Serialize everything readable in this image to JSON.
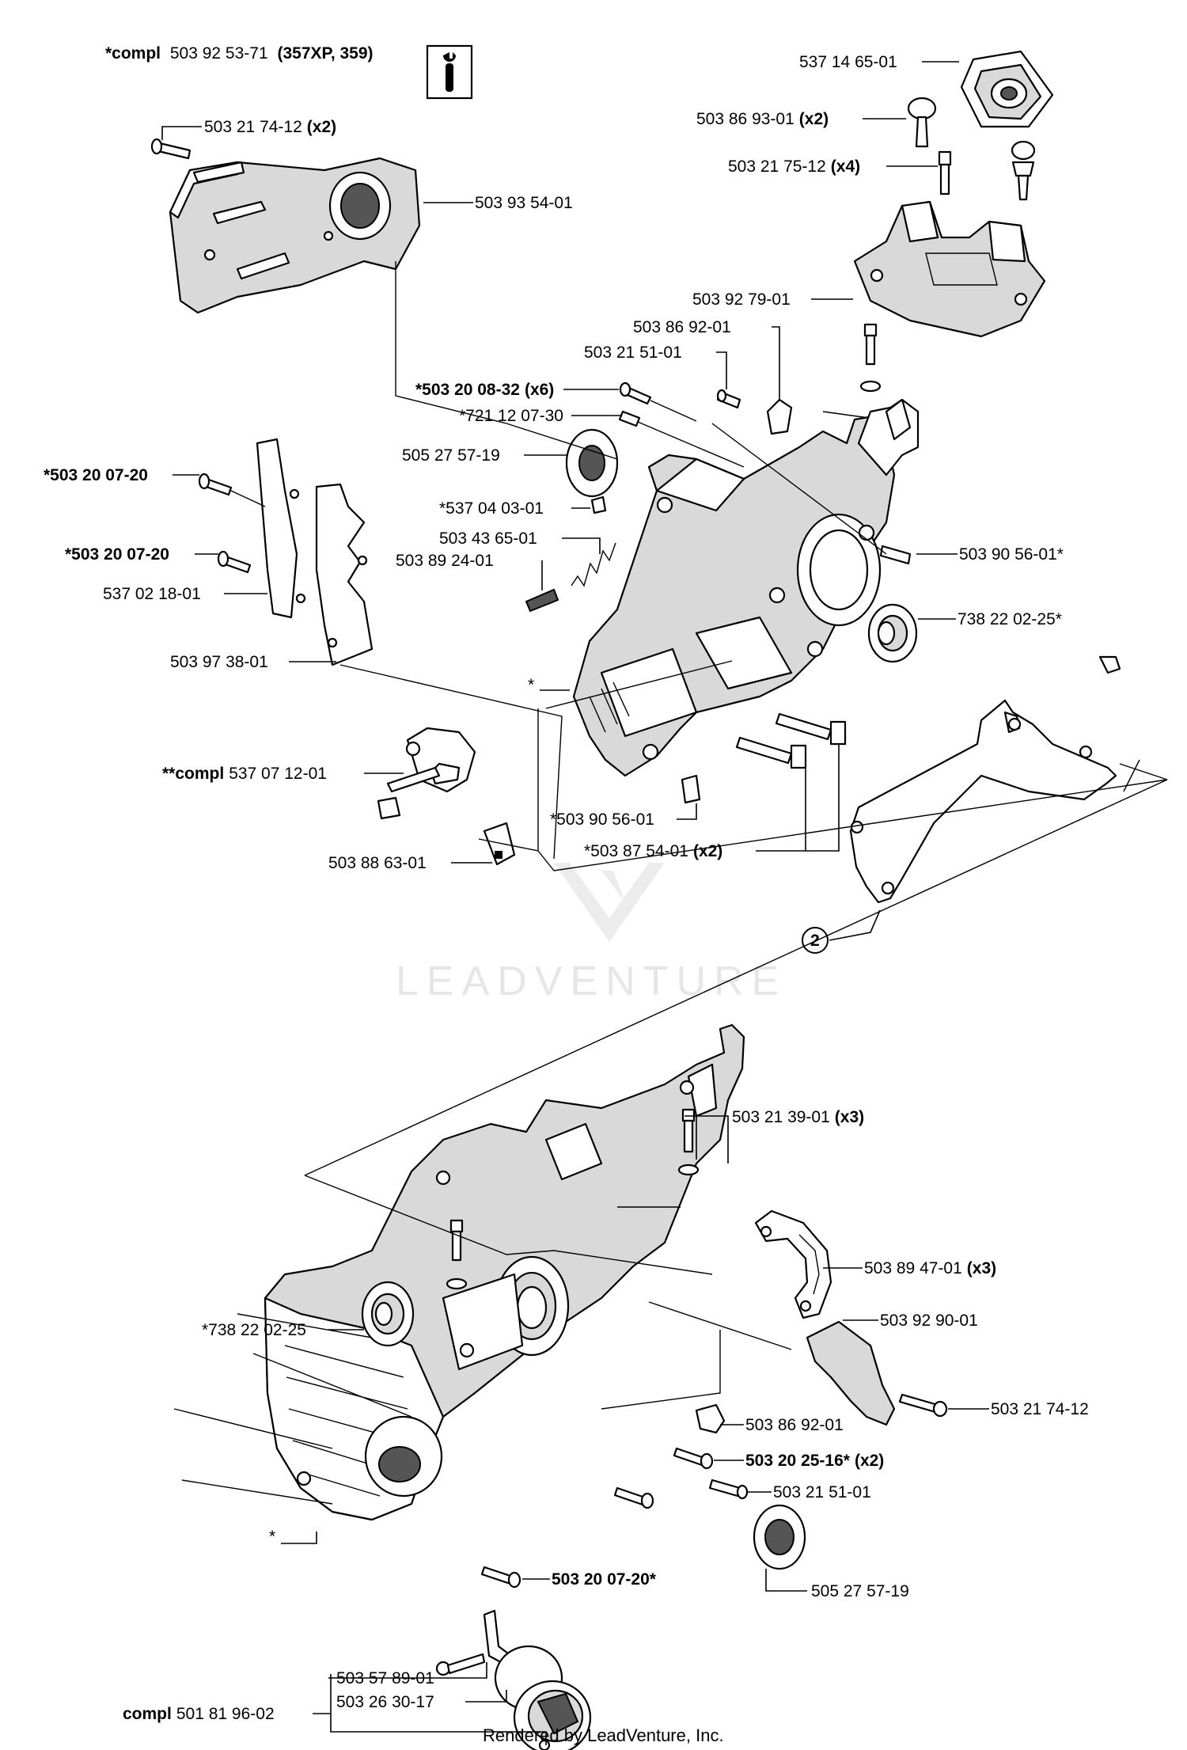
{
  "title": {
    "prefix": "*compl",
    "number": "503 92 53-71",
    "models": "(357XP, 359)"
  },
  "labels": {
    "l_537146501": "537 14 65-01",
    "l_503869301": "503 86 93-01",
    "l_503217512": "503 21 75-12",
    "l_503927901": "503 92 79-01",
    "l_503869201_top": "503 86 92-01",
    "l_503215101_top": "503 21 51-01",
    "l_503200832": "*503 20 08-32",
    "l_721120730": "*721 12 07-30",
    "l_505275719_top": "505 27 57-19",
    "l_537040301": "*537 04 03-01",
    "l_503436501": "503 43 65-01",
    "l_503892401": "503 89 24-01",
    "l_503200720_a": "*503 20 07-20",
    "l_503200720_b": "*503 20 07-20",
    "l_537021801": "537 02 18-01",
    "l_503973801": "503 97 38-01",
    "l_503217412_top": "503 21 74-12",
    "l_503935401": "503 93 54-01",
    "l_503905601_right": "503 90 56-01*",
    "l_738220225_top": "738 22 02-25*",
    "l_star": "*",
    "l_compl537071201_prefix": "**compl",
    "l_compl537071201_num": "537 07 12-01",
    "l_503905601_left": "*503 90 56-01",
    "l_503875401": "*503 87 54-01",
    "l_503886301": "503 88 63-01",
    "l_gasket_num": "2",
    "l_503213901": "503 21 39-01",
    "l_503894701": "503 89 47-01",
    "l_503929001": "503 92 90-01",
    "l_738220225_bottom": "*738 22 02-25",
    "l_503217412_bottom": "503 21 74-12",
    "l_503869201_bottom": "503 86 92-01",
    "l_503202516": "503 20 25-16*",
    "l_503215101_bottom": "503 21 51-01",
    "l_star_bottom": "*",
    "l_503200720_bottom": "503 20 07-20*",
    "l_505275719_bottom": "505 27 57-19",
    "l_503578901": "503 57 89-01",
    "l_503263017": "503 26 30-17",
    "l_compl501819602_prefix": "compl",
    "l_compl501819602_num": "501 81 96-02"
  },
  "qty": {
    "x2": "(x2)",
    "x3": "(x3)",
    "x4": "(x4)",
    "x6": "(x6)"
  },
  "watermark": "LEADVENTURE",
  "footer": "Rendered by LeadVenture, Inc.",
  "icons": {
    "tool": "wrench-icon"
  }
}
